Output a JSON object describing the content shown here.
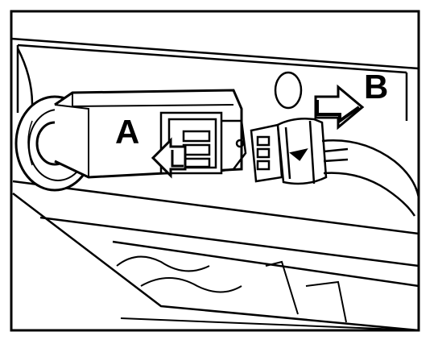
{
  "callouts": {
    "a": "A",
    "b": "B"
  },
  "colors": {
    "ink": "#000000",
    "paper": "#ffffff"
  },
  "parts": {
    "sensor_icon": "sensor-body",
    "connector_left_icon": "connector-half-a",
    "connector_right_icon": "connector-half-b",
    "cable_icon": "wiring-cable",
    "arrow_a_icon": "arrow-left",
    "arrow_b_icon": "arrow-right"
  }
}
